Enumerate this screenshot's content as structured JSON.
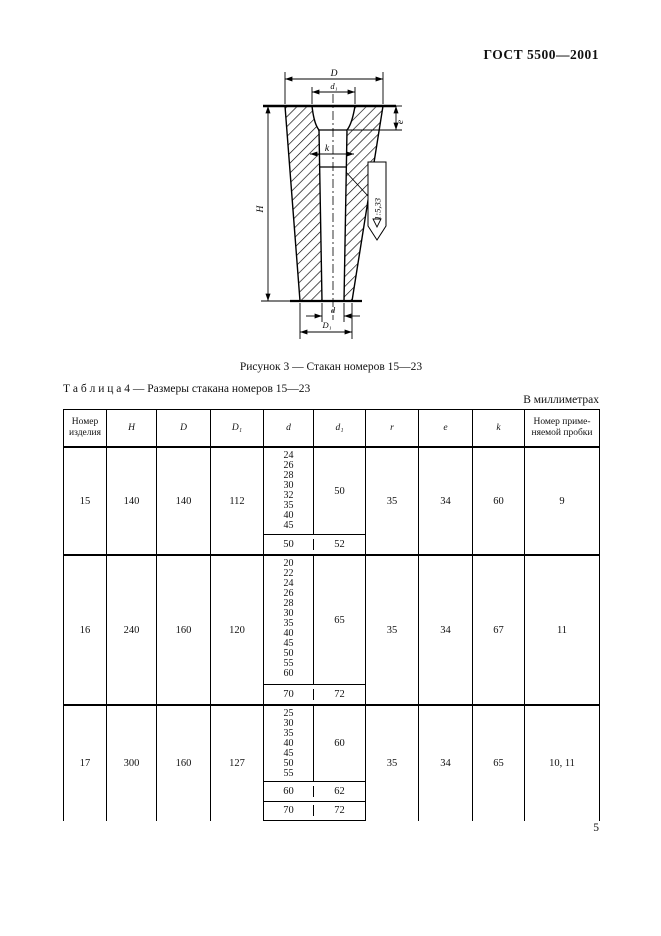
{
  "page": {
    "header": "ГОСТ 5500—2001",
    "page_number": "5",
    "figure_caption": "Рисунок 3 — Стакан номеров 15—23",
    "table_title": "Т а б л и ц а  4 — Размеры стакана номеров 15—23",
    "units_note": "В миллиметрах"
  },
  "figure": {
    "labels": {
      "D": "D",
      "d1": "d₁",
      "e": "e",
      "k": "k",
      "taper": "1:5,33",
      "H": "H",
      "d": "d",
      "D1": "D₁"
    }
  },
  "table": {
    "columns": {
      "item": "Номер\nизделия",
      "H": "H",
      "D": "D",
      "D1": "D₁",
      "d": "d",
      "d1": "d₁",
      "r": "r",
      "e": "e",
      "k": "k",
      "plug": "Номер приме-\nняемой пробки"
    },
    "rows": [
      {
        "number": "15",
        "H": "140",
        "D": "140",
        "D1": "112",
        "d_list": [
          "24",
          "26",
          "28",
          "30",
          "32",
          "35",
          "40",
          "45"
        ],
        "d1_main": "50",
        "subrows": [
          {
            "d": "50",
            "d1": "52"
          }
        ],
        "r": "35",
        "e": "34",
        "k": "60",
        "plug": "9"
      },
      {
        "number": "16",
        "H": "240",
        "D": "160",
        "D1": "120",
        "d_list": [
          "20",
          "22",
          "24",
          "26",
          "28",
          "30",
          "35",
          "40",
          "45",
          "50",
          "55",
          "60"
        ],
        "d1_main": "65",
        "subrows": [
          {
            "d": "70",
            "d1": "72"
          }
        ],
        "r": "35",
        "e": "34",
        "k": "67",
        "plug": "11"
      },
      {
        "number": "17",
        "H": "300",
        "D": "160",
        "D1": "127",
        "d_list": [
          "25",
          "30",
          "35",
          "40",
          "45",
          "50",
          "55"
        ],
        "d1_main": "60",
        "subrows": [
          {
            "d": "60",
            "d1": "62"
          },
          {
            "d": "70",
            "d1": "72"
          }
        ],
        "r": "35",
        "e": "34",
        "k": "65",
        "plug": "10, 11"
      }
    ]
  }
}
